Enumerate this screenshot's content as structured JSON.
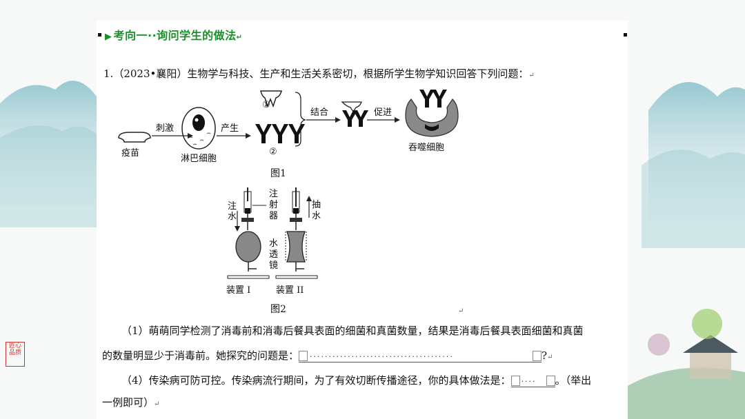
{
  "heading": {
    "marker": "▶",
    "text": "考向一··询问学生的做法",
    "return_mark": "↵"
  },
  "question": {
    "number": "1.",
    "source": "（2023•襄阳）",
    "text": "生物学与科技、生产和生活关系密切，根据所学生物学知识回答下列问题：",
    "return_mark": "↵"
  },
  "figure1": {
    "caption": "图1",
    "vaccine": "疫苗",
    "stimulate": "刺激",
    "lymph_cell": "淋巴细胞",
    "produce": "产生",
    "mark1": "①",
    "mark2": "②",
    "bind": "结合",
    "promote": "促进",
    "phagocyte": "吞噬细胞"
  },
  "figure2": {
    "caption": "图2",
    "inject_water": "注水",
    "syringe": "注射器",
    "draw_water": "抽水",
    "water_lens": "水透镜",
    "device1": "装置 I",
    "device2": "装置 II"
  },
  "para1": {
    "line1": "（1）萌萌同学检测了消毒前和消毒后餐具表面的细菌和真菌数量，结果是消毒后餐具表面细菌和真菌",
    "line2_prefix": "的数量明显少于消毒前。她探究的问题是：",
    "line2_suffix": "?",
    "return_mark": "↵"
  },
  "para4": {
    "line1_prefix": "（4）传染病可防可控。传染病流行期间，为了有效切断传播途径，你的具体做法是：",
    "line1_suffix": "。（举出",
    "line2": "一例即可）",
    "return_mark": "↵"
  },
  "seal_text": "匠心品质"
}
